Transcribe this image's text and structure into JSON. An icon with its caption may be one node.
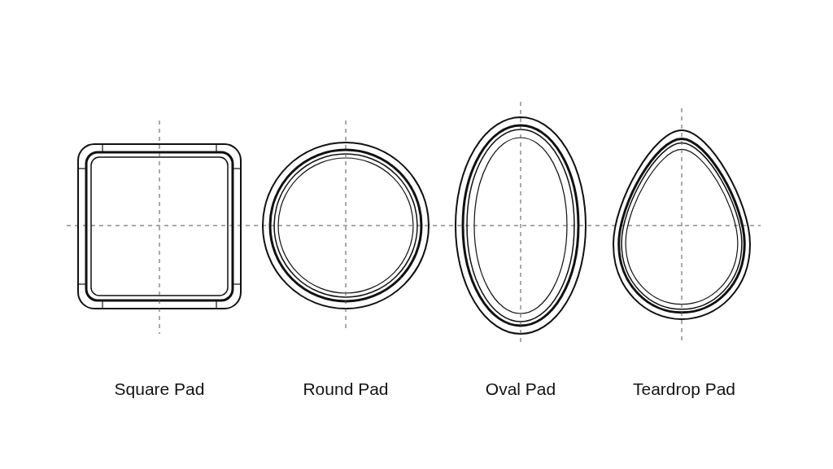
{
  "diagram": {
    "labels": [
      "Square Pad",
      "Round Pad",
      "Oval Pad",
      "Teardrop Pad"
    ]
  }
}
